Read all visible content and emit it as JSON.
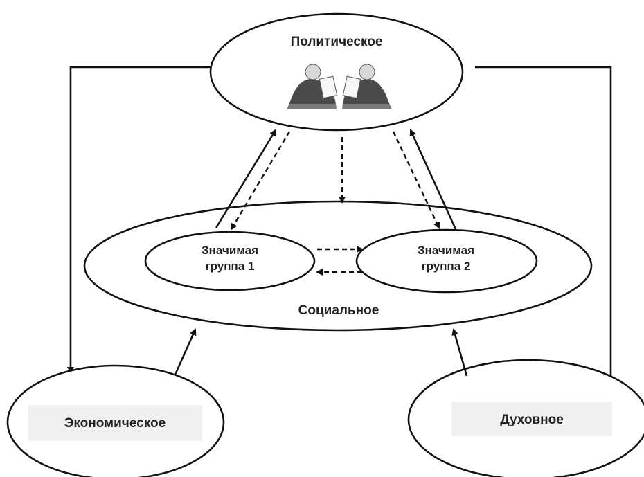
{
  "nodes": {
    "political": {
      "label": "Политическое"
    },
    "social": {
      "label": "Социальное"
    },
    "group1": {
      "line1": "Значимая",
      "line2": "группа 1"
    },
    "group2": {
      "line1": "Значимая",
      "line2": "группа 2"
    },
    "economic": {
      "label": "Экономическое"
    },
    "spiritual": {
      "label": "Духовное"
    }
  },
  "icons": {
    "political_illustration": "two-officials-reading-documents-icon"
  },
  "colors": {
    "stroke": "#111111",
    "label": "#222222",
    "label_box": "#f0f0f0",
    "background": "#ffffff"
  }
}
